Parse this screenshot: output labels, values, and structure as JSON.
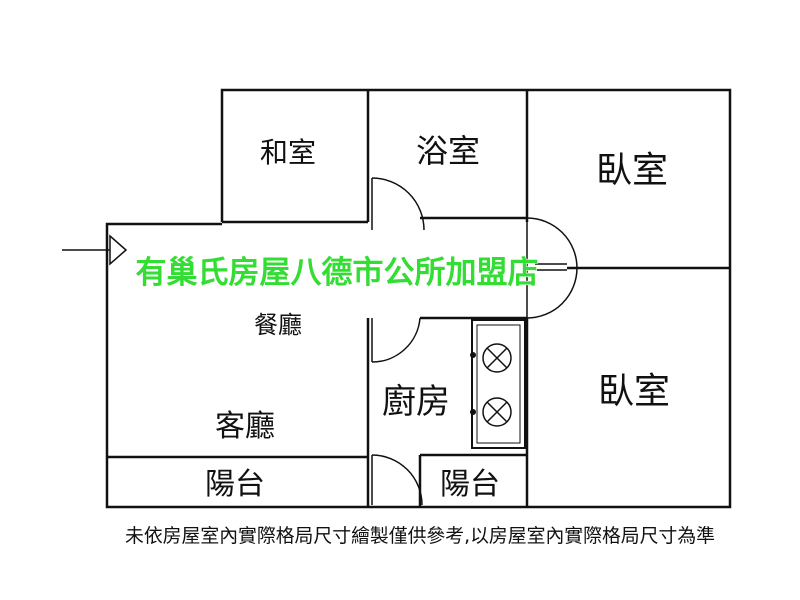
{
  "rooms": {
    "washitsu": "和室",
    "bathroom": "浴室",
    "bedroom_top": "臥室",
    "dining": "餐廳",
    "living": "客廳",
    "kitchen": "廚房",
    "bedroom_bottom": "臥室",
    "balcony_left": "陽台",
    "balcony_right": "陽台"
  },
  "banner": {
    "text": "有巢氏房屋八德市公所加盟店",
    "color": "#33dd33",
    "outline": "#ffffff"
  },
  "note": "未依房屋室內實際格局尺寸繪製僅供參考,以房屋室內實際格局尺寸為準",
  "icons": {
    "entrance": "entrance-arrow-icon",
    "stove": "stove-burner-icon"
  }
}
